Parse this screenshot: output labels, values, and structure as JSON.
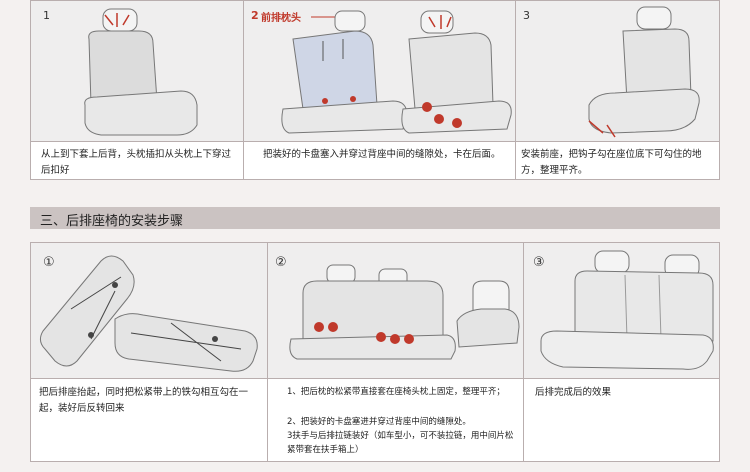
{
  "top_section": {
    "steps": [
      {
        "number": "1",
        "caption": "从上到下套上后背，头枕插扣从头枕上下穿过后扣好"
      },
      {
        "number": "2",
        "label": "前排枕头",
        "caption": "把装好的卡盘塞入并穿过背座中间的缝隙处，卡在后面。"
      },
      {
        "number": "3",
        "caption": "安装前座，把钩子勾在座位底下可勾住的地方，整理平齐。"
      }
    ]
  },
  "section_heading": "三、后排座椅的安装步骤",
  "bottom_section": {
    "steps": [
      {
        "number": "①",
        "caption": "把后排座抬起，同时把松紧带上的铁勾相互勾在一起，装好后反转回来"
      },
      {
        "number": "②",
        "lines": [
          "1、把后枕的松紧带直接套在座椅头枕上固定，整理平齐；",
          "2、把装好的卡盘塞进并穿过背座中间的缝隙处。",
          "3扶手与后排拉链装好（如车型小，可不装拉链，用中间片松紧带套在扶手箱上）"
        ]
      },
      {
        "number": "③",
        "caption": "后排完成后的效果"
      }
    ]
  },
  "colors": {
    "accent_red": "#c0392b",
    "band": "#cbc3c2",
    "border": "#b9aeae"
  }
}
